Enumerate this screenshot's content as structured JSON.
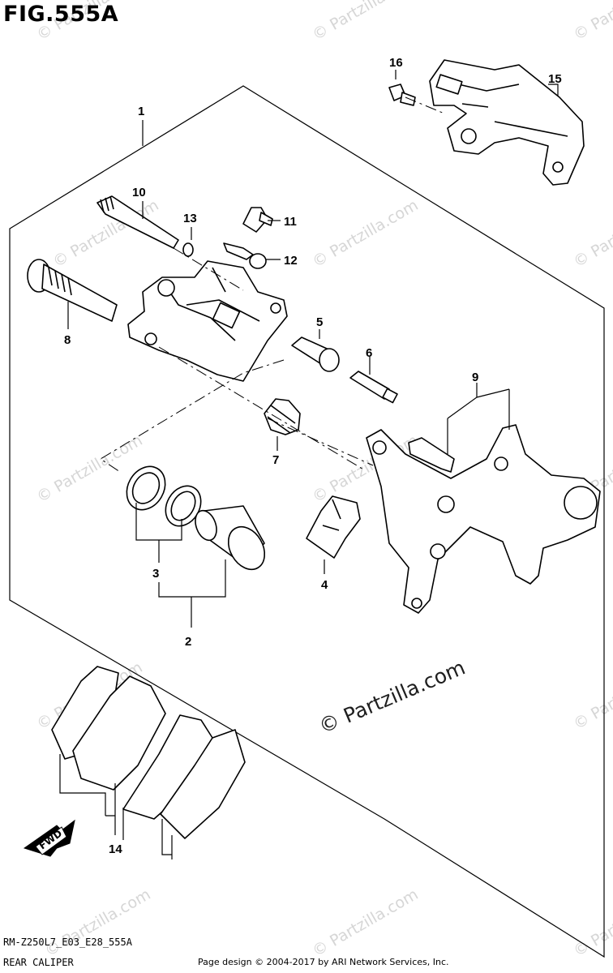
{
  "figure": {
    "title": "FIG.555A",
    "code": "RM-Z250L7_E03_E28_555A",
    "name": "REAR CALIPER",
    "copyright": "Page design © 2004-2017 by ARI Network Services, Inc.",
    "watermark": "© Partzilla.com",
    "direction_marker": "FWD"
  },
  "callouts": [
    "1",
    "2",
    "3",
    "4",
    "5",
    "6",
    "7",
    "8",
    "9",
    "10",
    "11",
    "12",
    "13",
    "14",
    "15",
    "16"
  ]
}
